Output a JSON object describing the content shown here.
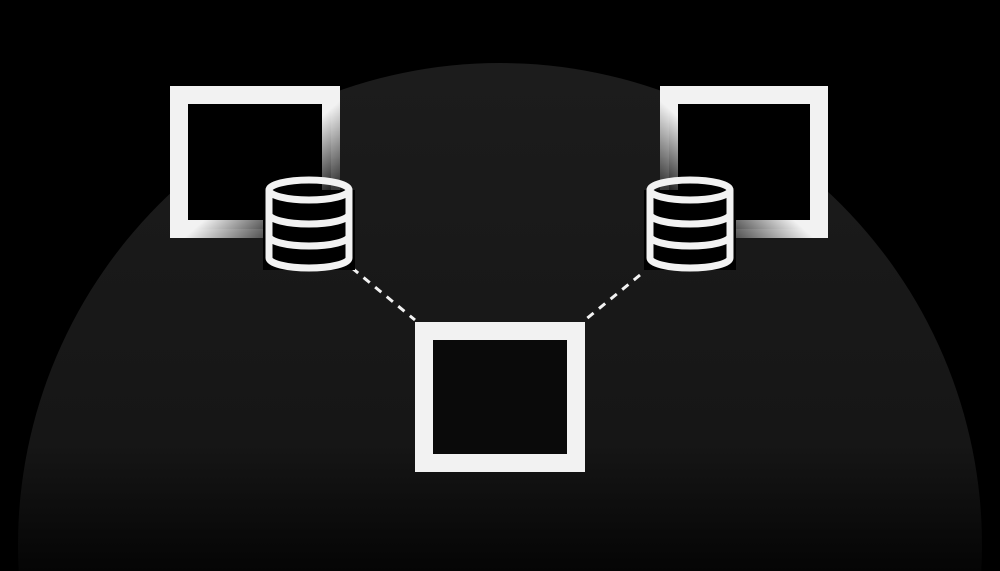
{
  "colors": {
    "background": "#000000",
    "dome": "#1a1a1a",
    "stroke": "#f2f2f2"
  },
  "nodes": [
    {
      "type": "square",
      "icon": "square-icon",
      "role": "left-server"
    },
    {
      "type": "square",
      "icon": "square-icon",
      "role": "right-server"
    },
    {
      "type": "square",
      "icon": "square-icon",
      "role": "center-client"
    },
    {
      "type": "database",
      "icon": "database-icon",
      "role": "left-database"
    },
    {
      "type": "database",
      "icon": "database-icon",
      "role": "right-database"
    }
  ],
  "edges": [
    {
      "from": "left-database",
      "to": "center-client",
      "style": "dashed"
    },
    {
      "from": "right-database",
      "to": "center-client",
      "style": "dashed"
    }
  ]
}
